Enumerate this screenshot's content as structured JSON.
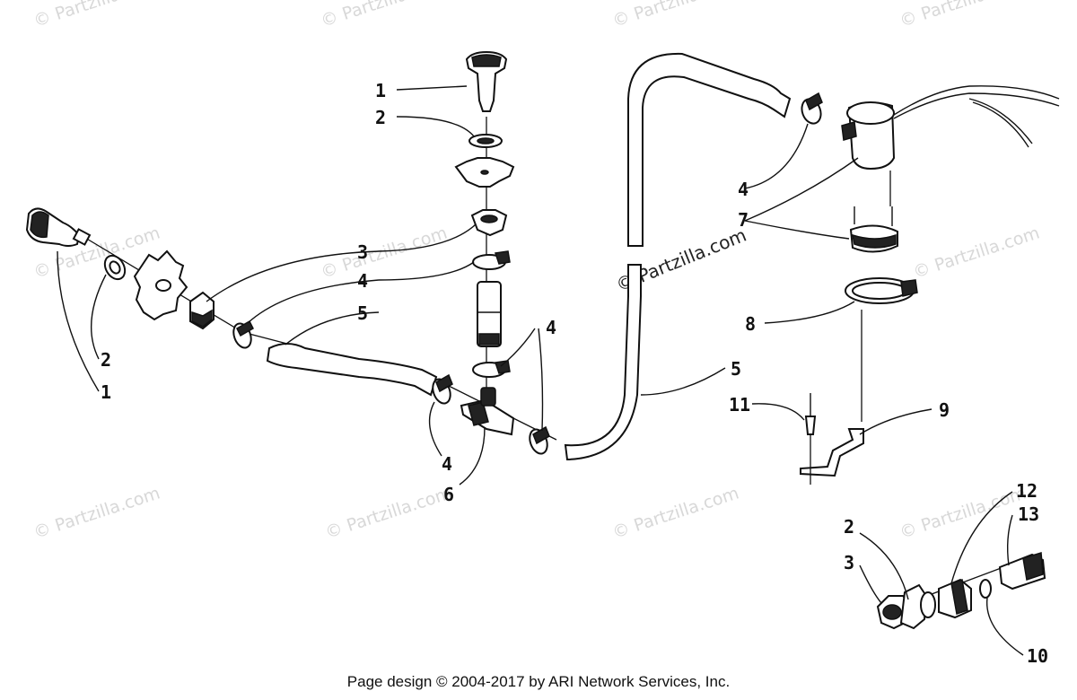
{
  "watermark": {
    "text": "© Partzilla.com",
    "center_text": "© Partzilla.com"
  },
  "callouts": [
    "1",
    "2",
    "3",
    "4",
    "5",
    "6",
    "7",
    "8",
    "9",
    "10",
    "11",
    "12",
    "13"
  ],
  "footer": {
    "text": "Page design © 2004-2017 by ARI Network Services, Inc."
  }
}
